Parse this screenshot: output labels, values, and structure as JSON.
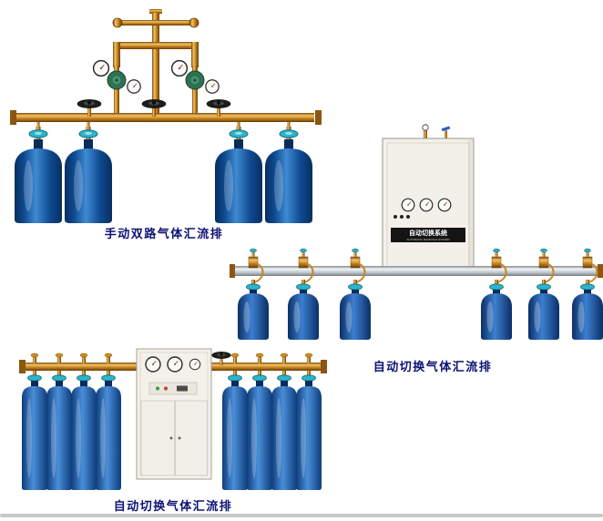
{
  "page": {
    "background": "#ffffff"
  },
  "figures": [
    {
      "id": "manual-dual-manifold",
      "caption": "手动双路气体汇流排",
      "cylinder_count": 4
    },
    {
      "id": "auto-switch-manifold",
      "caption": "自动切换气体汇流排",
      "cylinder_count": 6,
      "cabinet": {
        "label": "自动切换系统",
        "sublabel": "AUTOMATIC MANIFOLD SYSTEM",
        "gauge_count": 3
      }
    },
    {
      "id": "auto-switch-manifold-tall",
      "caption": "自动切换气体汇流排",
      "cylinder_count": 8
    }
  ],
  "colors": {
    "caption_text": "#0d1275",
    "brass_pipe": "#cf8f26",
    "silver_pipe": "#c0c7cd",
    "cylinder_blue": "#1c5ca8",
    "valve_teal": "#2fb3c9",
    "cabinet_body": "#f2f0e8",
    "cabinet_label_bg": "#141414"
  }
}
